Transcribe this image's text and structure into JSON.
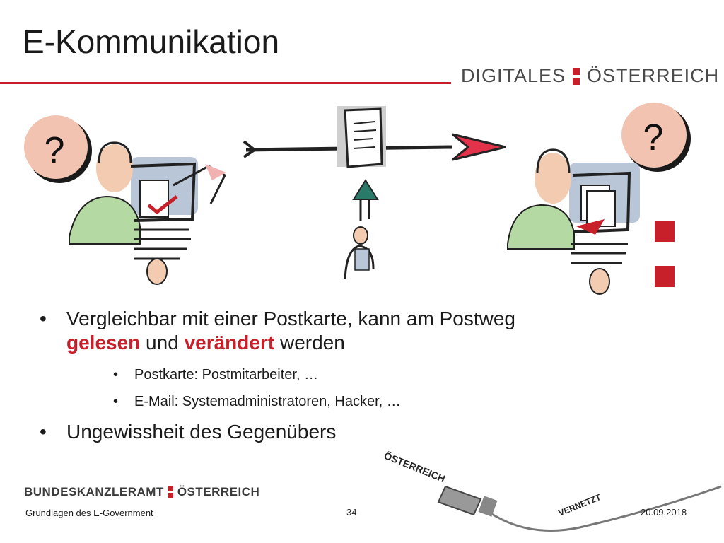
{
  "slide": {
    "title": "E-Kommunikation",
    "logo_left": "DIGITALES",
    "logo_right": "ÖSTERREICH"
  },
  "illustration": {
    "question_left": "?",
    "question_right": "?"
  },
  "bullets": {
    "b1_part1": "Vergleichbar mit einer Postkarte, kann am Postweg",
    "b1_red1": "gelesen",
    "b1_mid": " und ",
    "b1_red2": "verändert",
    "b1_end": " werden",
    "sub1": "Postkarte: Postmitarbeiter, …",
    "sub2": "E-Mail: Systemadministratoren, Hacker, …",
    "b2": "Ungewissheit des Gegenübers"
  },
  "cable": {
    "label1": "ÖSTERREICH",
    "label2": "VERNETZT"
  },
  "footer": {
    "logo_left": "BUNDESKANZLERAMT",
    "logo_right": "ÖSTERREICH",
    "course": "Grundlagen des E-Government",
    "page": "34",
    "date": "20.09.2018"
  },
  "colors": {
    "accent": "#c8202a",
    "skin": "#f2cbb0",
    "shirt": "#b5d9a3",
    "screen": "#b8c6d8"
  }
}
